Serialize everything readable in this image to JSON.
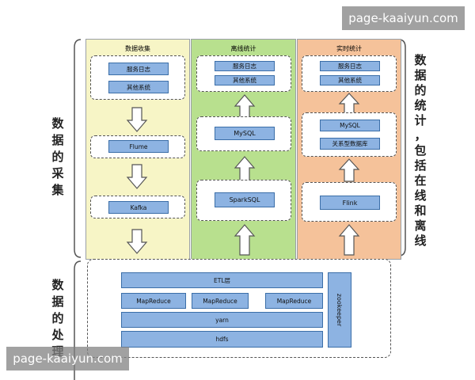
{
  "watermark": "page-kaaiyun.com",
  "left_labels": {
    "collect": [
      "数",
      "据",
      "的",
      "采",
      "集"
    ],
    "process": [
      "数",
      "据",
      "的",
      "处",
      "理"
    ]
  },
  "right_label": [
    "数",
    "据",
    "的",
    "统",
    "计",
    "，",
    "包",
    "括",
    "在",
    "线",
    "和",
    "离",
    "线"
  ],
  "panels": {
    "collect": {
      "title": "数据收集",
      "sources": [
        "服务日志",
        "其他系统"
      ],
      "flume": "Flume",
      "kafka": "Kafka"
    },
    "offline": {
      "title": "离线统计",
      "outputs": [
        "服务日志",
        "其他系统"
      ],
      "mysql": "MySQL",
      "sparksql": "SparkSQL"
    },
    "realtime": {
      "title": "实时统计",
      "outputs": [
        "服务日志",
        "其他系统"
      ],
      "mysql": "MySQL",
      "rdb": "关系型数据库",
      "flink": "Flink"
    }
  },
  "processing": {
    "etl": "ETL层",
    "mapreduce": [
      "MapReduce",
      "MapReduce",
      "MapReduce"
    ],
    "yarn": "yarn",
    "hdfs": "hdfs",
    "zookeeper": "zookeeper"
  },
  "colors": {
    "collect_bg": "#f7f5c6",
    "offline_bg": "#b8e08e",
    "realtime_bg": "#f5c29a",
    "box_fill": "#8db3e2",
    "box_border": "#3b6ea8"
  }
}
